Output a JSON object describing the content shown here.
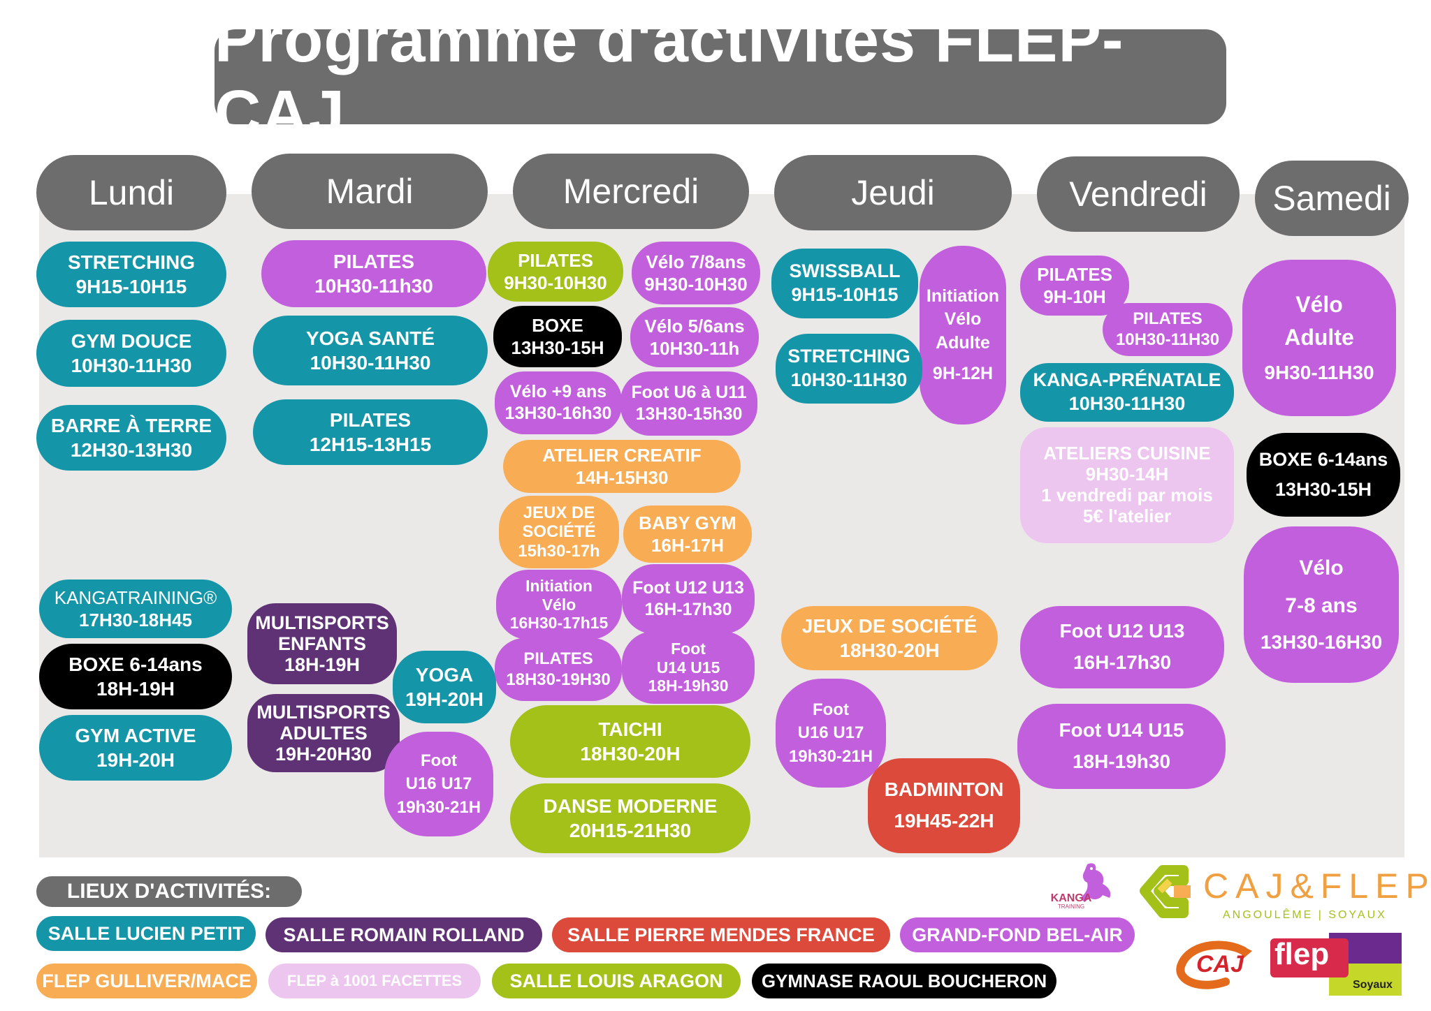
{
  "title": "Programme d'activités FLEP-CAJ",
  "days": [
    "Lundi",
    "Mardi",
    "Mercredi",
    "Jeudi",
    "Vendredi",
    "Samedi"
  ],
  "activities": [
    {
      "id": "lun-stretching",
      "lines": [
        "STRETCHING",
        "9H15-10H15"
      ]
    },
    {
      "id": "lun-gym-douce",
      "lines": [
        "GYM DOUCE",
        "10H30-11H30"
      ]
    },
    {
      "id": "lun-barre",
      "lines": [
        "BARRE À TERRE",
        "12H30-13H30"
      ]
    },
    {
      "id": "lun-kanga",
      "lines": [
        "KANGATRAINING®",
        "17H30-18H45"
      ]
    },
    {
      "id": "lun-boxe",
      "lines": [
        "BOXE 6-14ans",
        "18H-19H"
      ]
    },
    {
      "id": "lun-gym-active",
      "lines": [
        "GYM ACTIVE",
        "19H-20H"
      ]
    },
    {
      "id": "mar-pilates1",
      "lines": [
        "PILATES",
        "10H30-11h30"
      ]
    },
    {
      "id": "mar-yoga-sante",
      "lines": [
        "YOGA SANTÉ",
        "10H30-11H30"
      ]
    },
    {
      "id": "mar-pilates2",
      "lines": [
        "PILATES",
        "12H15-13H15"
      ]
    },
    {
      "id": "mar-multi-enfants",
      "lines": [
        "MULTISPORTS",
        "ENFANTS",
        "18H-19H"
      ]
    },
    {
      "id": "mar-yoga",
      "lines": [
        "YOGA",
        "19H-20H"
      ]
    },
    {
      "id": "mar-multi-adultes",
      "lines": [
        "MULTISPORTS",
        "ADULTES",
        "19H-20H30"
      ]
    },
    {
      "id": "mar-foot",
      "lines": [
        "Foot",
        "U16 U17",
        "19h30-21H"
      ]
    },
    {
      "id": "mer-pilates1",
      "lines": [
        "PILATES",
        "9H30-10H30"
      ]
    },
    {
      "id": "mer-velo78",
      "lines": [
        "Vélo 7/8ans",
        "9H30-10H30"
      ]
    },
    {
      "id": "mer-boxe",
      "lines": [
        "BOXE",
        "13H30-15H"
      ]
    },
    {
      "id": "mer-velo56",
      "lines": [
        "Vélo 5/6ans",
        "10H30-11h"
      ]
    },
    {
      "id": "mer-velo9",
      "lines": [
        "Vélo +9 ans",
        "13H30-16h30"
      ]
    },
    {
      "id": "mer-foot-u6",
      "lines": [
        "Foot U6 à U11",
        "13H30-15h30"
      ]
    },
    {
      "id": "mer-atelier",
      "lines": [
        "ATELIER CREATIF",
        "14H-15H30"
      ]
    },
    {
      "id": "mer-jeux",
      "lines": [
        "JEUX DE",
        "SOCIÉTÉ",
        "15h30-17h"
      ]
    },
    {
      "id": "mer-babygym",
      "lines": [
        "BABY  GYM",
        "16H-17H"
      ]
    },
    {
      "id": "mer-init-velo",
      "lines": [
        "Initiation",
        "Vélo",
        "16H30-17h15"
      ]
    },
    {
      "id": "mer-foot-u12",
      "lines": [
        "Foot U12 U13",
        "16H-17h30"
      ]
    },
    {
      "id": "mer-pilates2",
      "lines": [
        "PILATES",
        "18H30-19H30"
      ]
    },
    {
      "id": "mer-foot-u14",
      "lines": [
        "Foot",
        "U14 U15",
        "18H-19h30"
      ]
    },
    {
      "id": "mer-taichi",
      "lines": [
        "TAICHI",
        "18H30-20H"
      ]
    },
    {
      "id": "mer-danse",
      "lines": [
        "DANSE MODERNE",
        "20H15-21H30"
      ]
    },
    {
      "id": "jeu-swissball",
      "lines": [
        "SWISSBALL",
        "9H15-10H15"
      ]
    },
    {
      "id": "jeu-init-velo",
      "lines": [
        "Initiation",
        "Vélo",
        "Adulte",
        "9H-12H"
      ]
    },
    {
      "id": "jeu-stretching",
      "lines": [
        "STRETCHING",
        "10H30-11H30"
      ]
    },
    {
      "id": "jeu-jeux",
      "lines": [
        "JEUX DE SOCIÉTÉ",
        "18H30-20H"
      ]
    },
    {
      "id": "jeu-foot",
      "lines": [
        "Foot",
        "U16 U17",
        "19h30-21H"
      ]
    },
    {
      "id": "jeu-badminton",
      "lines": [
        "BADMINTON",
        "19H45-22H"
      ]
    },
    {
      "id": "ven-pilates1",
      "lines": [
        "PILATES",
        "9H-10H"
      ]
    },
    {
      "id": "ven-pilates2",
      "lines": [
        "PILATES",
        "10H30-11H30"
      ]
    },
    {
      "id": "ven-kanga",
      "lines": [
        "KANGA-PRÉNATALE",
        "10H30-11H30"
      ]
    },
    {
      "id": "ven-cuisine",
      "lines": [
        "ATELIERS CUISINE",
        "9H30-14H",
        "1 vendredi par mois",
        "5€ l'atelier"
      ]
    },
    {
      "id": "ven-foot-u12",
      "lines": [
        "Foot U12 U13",
        "16H-17h30"
      ]
    },
    {
      "id": "ven-foot-u14",
      "lines": [
        "Foot U14 U15",
        "18H-19h30"
      ]
    },
    {
      "id": "sam-velo-adulte",
      "lines": [
        "Vélo",
        "Adulte",
        "9H30-11H30"
      ]
    },
    {
      "id": "sam-boxe",
      "lines": [
        "BOXE 6-14ans",
        "13H30-15H"
      ]
    },
    {
      "id": "sam-velo78",
      "lines": [
        "Vélo",
        "7-8 ans",
        "13H30-16H30"
      ]
    }
  ],
  "legend": {
    "title": "LIEUX D'ACTIVITÉS:",
    "places": [
      "SALLE LUCIEN PETIT",
      "SALLE ROMAIN ROLLAND",
      "SALLE PIERRE MENDES FRANCE",
      "GRAND-FOND BEL-AIR",
      "FLEP GULLIVER/MACE",
      "FLEP à 1001 FACETTES",
      "SALLE  LOUIS ARAGON",
      "GYMNASE  RAOUL BOUCHERON"
    ],
    "colors": {
      "salle-lucien-petit": "#1596a8",
      "salle-romain-rolland": "#5e3274",
      "salle-pierre-mendes-france": "#db4a3a",
      "grand-fond-bel-air": "#c25fdc",
      "flep-gulliver-mace": "#f8ad55",
      "flep-1001-facettes": "#edc6ef",
      "salle-louis-aragon": "#a4c11a",
      "gymnase-raoul-boucheron": "#000000"
    }
  },
  "logos": {
    "kanga": "KANGA",
    "kanga_sub": "TRAINING",
    "caj_flep": "CAJ&FLEP",
    "caj_flep_sub": "ANGOULÊME | SOYAUX",
    "caj_badge": "CAJ",
    "flep": "flep",
    "flep_sub": "Soyaux"
  }
}
